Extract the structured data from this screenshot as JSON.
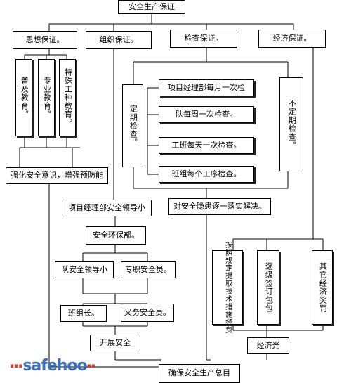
{
  "top": {
    "title": "安全生产保证"
  },
  "branches": [
    "思想保证。",
    "组织保证。",
    "检查保证。",
    "经济保证。"
  ],
  "thought": {
    "items": [
      "普及教育。",
      "专业教育。",
      "特殊工种教育。"
    ],
    "result": "强化安全意识，增强预防能"
  },
  "inspection": {
    "regular": "定期检查。",
    "irregular": "不定期检查。",
    "items": [
      "项目经理部每月一次检",
      "队每周一次检查。",
      "工班每天一次检查。",
      "班组每个工序检查。"
    ],
    "result": "对安全隐患逐一落实解决。"
  },
  "organization": {
    "leadership": "项目经理部安全领导小",
    "department": "安全环保部。",
    "team_leadership": "队安全领导小",
    "full_time_officer": "专职安全员。",
    "team_leader": "班组长。",
    "volunteer_officer": "义务安全员。",
    "result": "开展安全"
  },
  "economic": {
    "items": [
      "按照规定提取技术措施经费",
      "逐级签订包包",
      "其它经济奖罚"
    ],
    "result": "经济光"
  },
  "goal": "确保安全生产总目",
  "watermark": "safehoo"
}
